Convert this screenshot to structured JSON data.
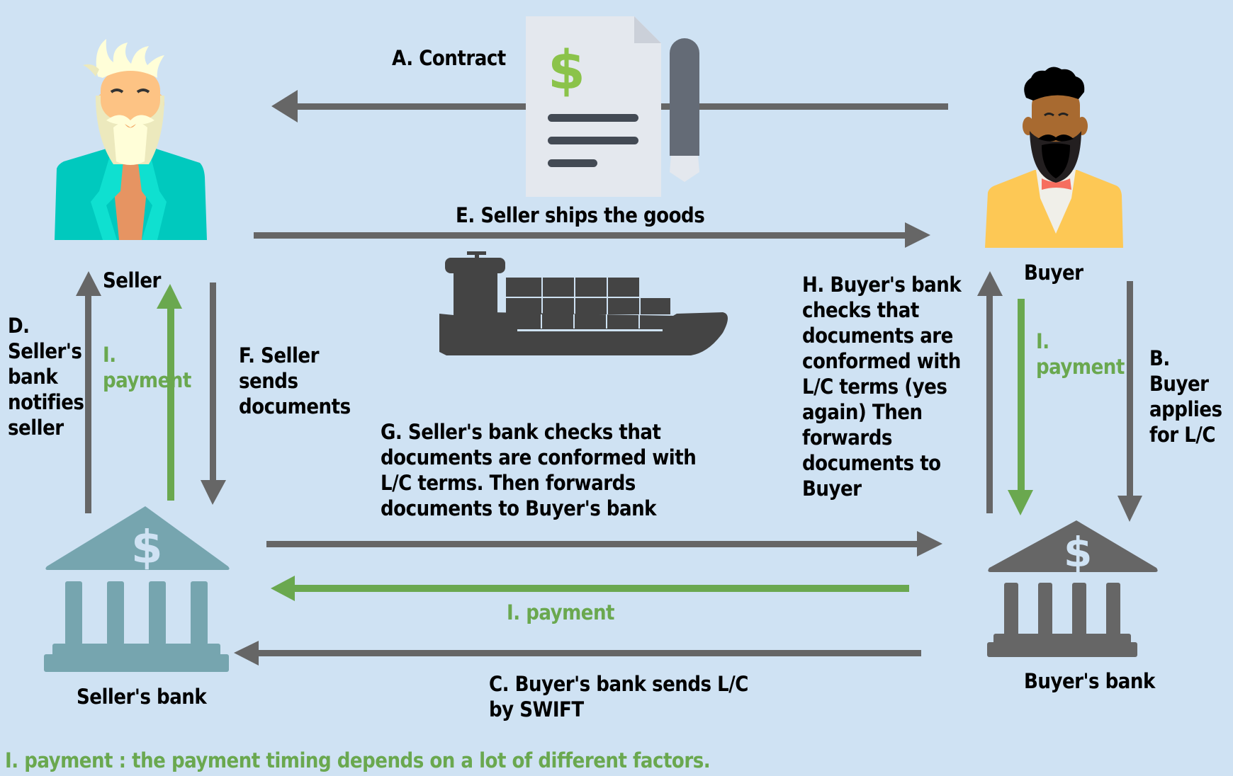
{
  "colors": {
    "background": "#cfe2f3",
    "arrow_gray": "#666666",
    "arrow_green": "#6aa84f",
    "seller_bank": "#76a5af",
    "buyer_bank": "#666666",
    "ship": "#444444",
    "document": "#e4e8ee",
    "pen": "#646b76"
  },
  "nodes": {
    "seller": {
      "label": "Seller",
      "icon": "seller-person-icon"
    },
    "buyer": {
      "label": "Buyer",
      "icon": "buyer-person-icon"
    },
    "seller_bank": {
      "label": "Seller's bank",
      "icon": "bank-icon"
    },
    "buyer_bank": {
      "label": "Buyer's bank",
      "icon": "bank-icon"
    },
    "contract": {
      "icon": "contract-document-icon"
    },
    "ship": {
      "icon": "cargo-ship-icon"
    }
  },
  "steps": {
    "A": {
      "text": "A. Contract",
      "from": "buyer",
      "to": "seller"
    },
    "B": {
      "text": "B.\nBuyer\napplies\nfor L/C",
      "from": "buyer",
      "to": "buyer_bank"
    },
    "C": {
      "text": "C. Buyer's bank sends L/C\nby SWIFT",
      "from": "buyer_bank",
      "to": "seller_bank"
    },
    "D": {
      "text": "D.\nSeller's\nbank\nnotifies\nseller",
      "from": "seller_bank",
      "to": "seller"
    },
    "E": {
      "text": "E. Seller ships the goods",
      "from": "seller",
      "to": "buyer"
    },
    "F": {
      "text": "F. Seller\nsends\ndocuments",
      "from": "seller",
      "to": "seller_bank"
    },
    "G": {
      "text": "G. Seller's bank checks that\ndocuments are conformed with\nL/C terms. Then forwards\ndocuments to Buyer's bank",
      "from": "seller_bank",
      "to": "buyer_bank"
    },
    "H": {
      "text": "H. Buyer's bank\nchecks that\ndocuments are\nconformed with\nL/C terms (yes\nagain) Then\nforwards\ndocuments to\nBuyer",
      "from": "buyer_bank",
      "to": "buyer"
    },
    "I_seller": {
      "text": "I.\npayment",
      "from": "seller_bank",
      "to": "seller"
    },
    "I_buyer": {
      "text": "I.\npayment",
      "from": "buyer",
      "to": "buyer_bank"
    },
    "I_banks": {
      "text": "I. payment",
      "from": "buyer_bank",
      "to": "seller_bank"
    }
  },
  "footnote": "I. payment : the payment timing depends on a lot of different factors."
}
